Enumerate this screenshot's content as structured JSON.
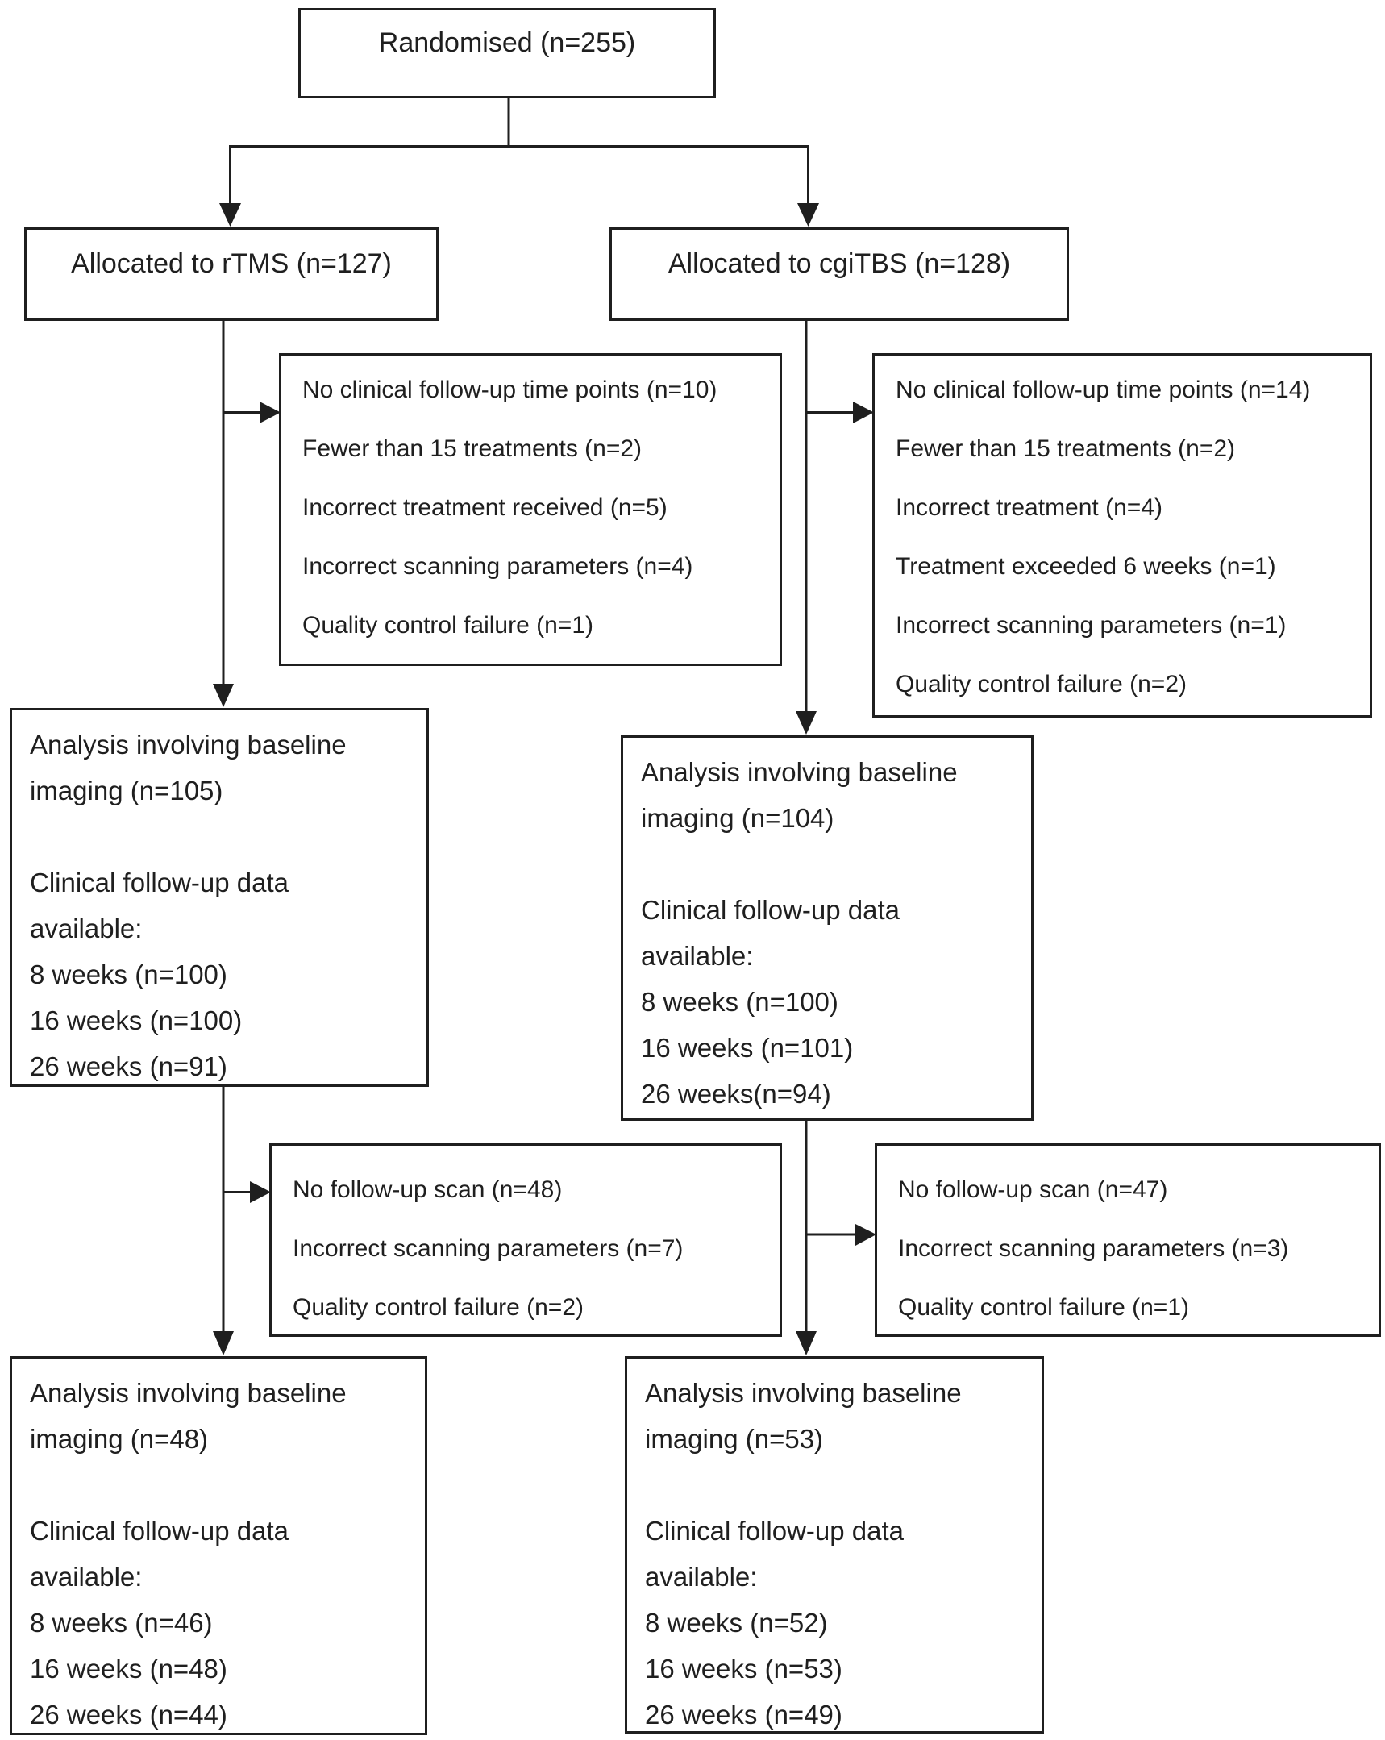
{
  "diagram": {
    "randomised": {
      "label": "Randomised (n=255)"
    },
    "arms": {
      "rtms": {
        "allocated_label": "Allocated to rTMS (n=127)",
        "exclusions_1": [
          "No clinical follow-up time points (n=10)",
          "Fewer than 15 treatments (n=2)",
          "Incorrect treatment received (n=5)",
          "Incorrect scanning parameters (n=4)",
          "Quality control failure (n=1)"
        ],
        "analysis_1": [
          "Analysis involving baseline",
          "imaging (n=105)",
          "",
          "Clinical follow-up data",
          "available:",
          "8 weeks (n=100)",
          "16 weeks (n=100)",
          "26 weeks (n=91)"
        ],
        "exclusions_2": [
          "No follow-up scan (n=48)",
          "Incorrect scanning parameters (n=7)",
          "Quality control failure (n=2)"
        ],
        "analysis_2": [
          "Analysis involving baseline",
          "imaging (n=48)",
          "",
          "Clinical follow-up data",
          "available:",
          "8 weeks (n=46)",
          "16 weeks (n=48)",
          "26 weeks (n=44)"
        ]
      },
      "cgitbs": {
        "allocated_label": "Allocated to cgiTBS (n=128)",
        "exclusions_1": [
          "No clinical follow-up time points (n=14)",
          "Fewer than 15 treatments (n=2)",
          "Incorrect treatment (n=4)",
          "Treatment exceeded 6 weeks (n=1)",
          "Incorrect scanning parameters (n=1)",
          "Quality control failure (n=2)"
        ],
        "analysis_1": [
          "Analysis involving baseline",
          "imaging (n=104)",
          "",
          "Clinical follow-up data",
          "available:",
          "8 weeks (n=100)",
          "16 weeks (n=101)",
          "26 weeks(n=94)"
        ],
        "exclusions_2": [
          "No follow-up scan (n=47)",
          "Incorrect scanning parameters (n=3)",
          "Quality control failure (n=1)"
        ],
        "analysis_2": [
          "Analysis involving baseline",
          "imaging (n=53)",
          "",
          "Clinical follow-up data",
          "available:",
          "8 weeks (n=52)",
          "16 weeks (n=53)",
          "26 weeks (n=49)"
        ]
      }
    }
  },
  "colors": {
    "line": "#1f1f1f",
    "border": "#1f1f1f",
    "text": "#1f1f1f",
    "background": "#ffffff"
  }
}
